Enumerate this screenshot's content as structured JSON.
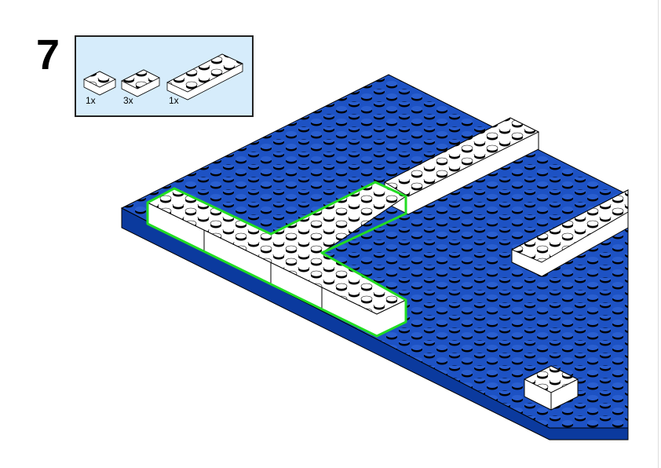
{
  "step_number": "7",
  "parts_list": [
    {
      "part": "brick-2x3-white",
      "quantity": "1x"
    },
    {
      "part": "brick-2x4-white",
      "quantity": "3x"
    },
    {
      "part": "brick-2x10-white",
      "quantity": "1x"
    }
  ],
  "colors": {
    "baseplate": "#1a4fbf",
    "brick": "#ffffff",
    "highlight": "#22dd22",
    "parts_bg": "#d6ecfb"
  }
}
